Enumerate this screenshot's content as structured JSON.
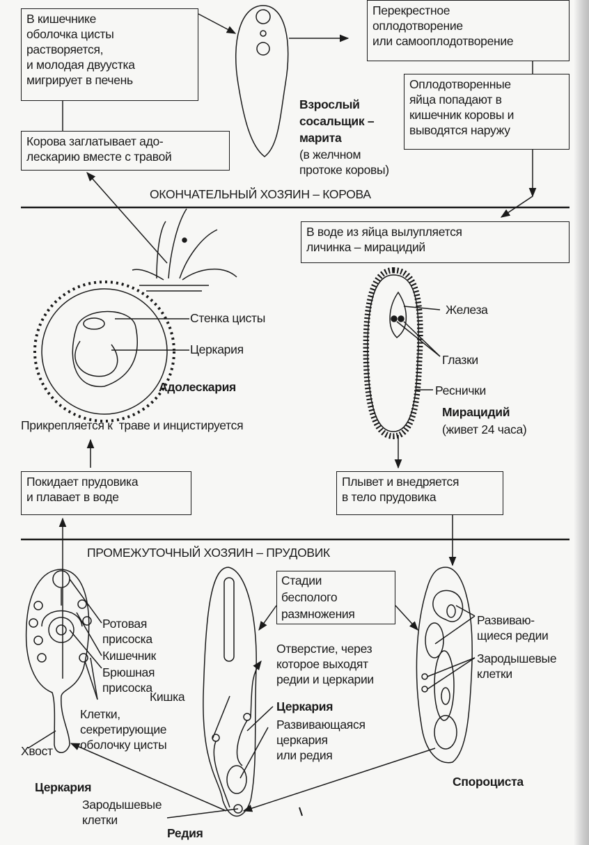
{
  "boxes": {
    "dissolve": "В кишечнике\nоболочка цисты\nрастворяется,\nи молодая двуустка\nмигрирует в печень",
    "fertilization": "Перекрестное\nоплодотворение\nили самооплодотворение",
    "eggs": "Оплодотворенные\nяйца попадают в\nкишечник коровы и\nвыводятся наружу",
    "swallow": "Корова заглатывает адо-\nлескарию вместе с травой",
    "hatch": "В воде из яйца вылупляется\nличинка – мирацидий",
    "leaves_snail": "Покидает прудовика\nи плавает в воде",
    "enters_snail": "Плывет и внедряется\nв тело прудовика",
    "asexual": "Стадии\nбесполого\nразмножения"
  },
  "headings": {
    "final_host": "ОКОНЧАТЕЛЬНЫЙ ХОЗЯИН – КОРОВА",
    "intermediate_host": "ПРОМЕЖУТОЧНЫЙ ХОЗЯИН – ПРУДОВИК"
  },
  "labels": {
    "adult_title": "Взрослый\nсосальщик –\nмарита",
    "adult_note": "(в желчном\nпротоке коровы)",
    "gland": "Железа",
    "eyes": "Глазки",
    "cilia": "Реснички",
    "miracidium_title": "Мирацидий",
    "miracidium_note": "(живет 24 часа)",
    "cyst_wall": "Стенка цисты",
    "cercaria_in_cyst": "Церкария",
    "adolescaria_title": "Адолескария",
    "attach": "Прикрепляется к  траве и инцистируется",
    "oral_sucker": "Ротовая\nприсоска",
    "intestine": "Кишечник",
    "ventral_sucker": "Брюшная\nприсоска",
    "cyst_cells": "Клетки,\nсекретирующие\nоболочку цисты",
    "tail": "Хвост",
    "cercaria_title": "Церкария",
    "gut": "Кишка",
    "opening": "Отверстие, через\nкоторое выходят\nредии и церкарии",
    "cercaria_bold": "Церкария",
    "developing": "Развивающаяся\nцеркария\nили редия",
    "germ_cells_redia": "Зародышевые\nклетки",
    "redia_title": "Редия",
    "developing_rediae": "Развиваю-\nщиеся редии",
    "germ_cells_sporo": "Зародышевые\nклетки",
    "sporocyst_title": "Спороциста"
  }
}
